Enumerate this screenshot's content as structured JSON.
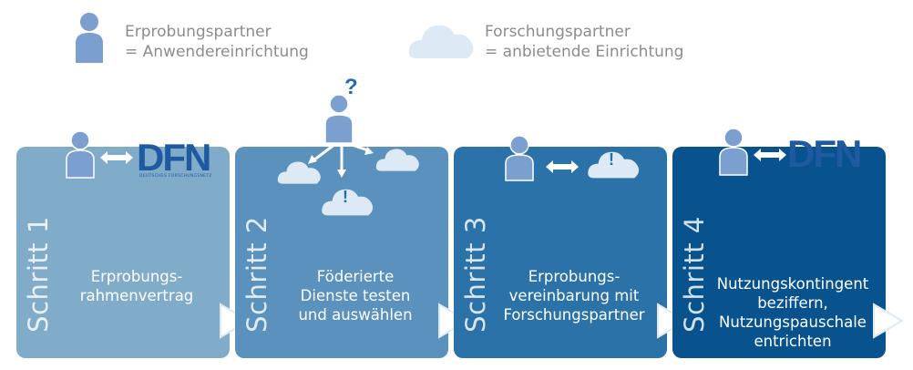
{
  "legend": {
    "partner_person": "Erprobungspartner\n= Anwendereinrichtung",
    "partner_cloud": "Forschungspartner\n= anbietende Einrichtung"
  },
  "steps": [
    {
      "label": "Schritt 1",
      "text": "Erprobungs-\nrahmenvertrag",
      "color": "#80acca"
    },
    {
      "label": "Schritt 2",
      "text": "Föderierte\nDienste testen\nund auswählen",
      "color": "#5a91bd"
    },
    {
      "label": "Schritt 3",
      "text": "Erprobungs-\nvereinbarung mit\nForschungspartner",
      "color": "#2b72a8"
    },
    {
      "label": "Schritt 4",
      "text": "Nutzungskontingent\nbeziffern,\nNutzungspauschale\nentrichten",
      "color": "#08538e"
    }
  ],
  "logo": {
    "text": "DFN",
    "subtitle": "DEUTSCHES FORSCHUNGSNETZ"
  },
  "question_mark": "?",
  "exclamation": "!",
  "colors": {
    "person": "#7b9fce",
    "cloud": "#dde9f4",
    "logo": "#1d5aa0",
    "legend_text": "#8c8c8c"
  }
}
